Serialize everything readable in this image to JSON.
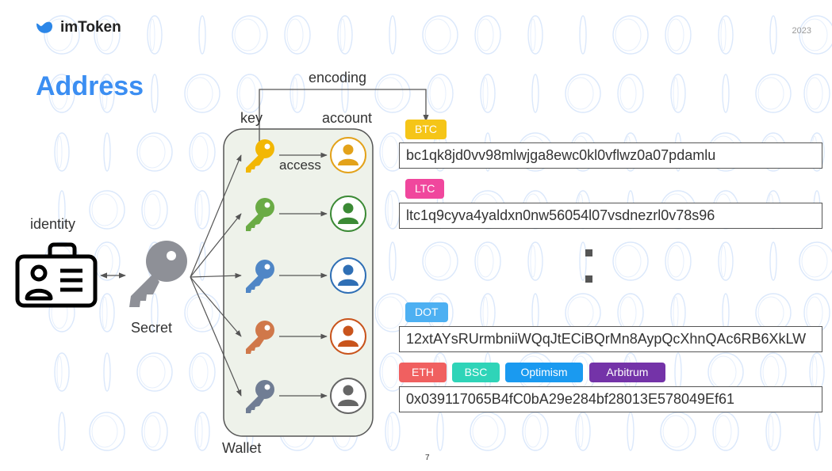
{
  "brand": {
    "name": "imToken",
    "year": "2023"
  },
  "title": "Address",
  "labels": {
    "encoding": "encoding",
    "key": "key",
    "account": "account",
    "access": "access",
    "identity": "identity",
    "secret": "Secret",
    "wallet": "Wallet"
  },
  "chains": [
    {
      "tags": [
        {
          "name": "BTC",
          "color": "#f5c518"
        }
      ],
      "address": "bc1qk8jd0vv98mlwjga8ewc0kl0vflwz0a07pdamlu"
    },
    {
      "tags": [
        {
          "name": "LTC",
          "color": "#f0479d"
        }
      ],
      "address": "ltc1q9cyva4yaldxn0nw56054l07vsdnezrl0v78s96"
    },
    {
      "tags": [
        {
          "name": "DOT",
          "color": "#4db0f2"
        }
      ],
      "address": "12xtAYsRUrmbniiWQqJtECiBQrMn8AypQcXhnQAc6RB6XkLW"
    },
    {
      "tags": [
        {
          "name": "ETH",
          "color": "#f06060"
        },
        {
          "name": "BSC",
          "color": "#2fd4b8"
        },
        {
          "name": "Optimism",
          "color": "#1a9af0"
        },
        {
          "name": "Arbitrum",
          "color": "#7433a8"
        }
      ],
      "address": "0x039117065B4fC0bA29e284bf28013E578049Ef61"
    }
  ],
  "key_colors": [
    "#f2b705",
    "#6aab45",
    "#4f86c6",
    "#d0784a",
    "#707d94"
  ],
  "account_colors": [
    "#e3a21a",
    "#3b8a35",
    "#2f6fb5",
    "#c9541c",
    "#666666"
  ],
  "page_number": "7"
}
